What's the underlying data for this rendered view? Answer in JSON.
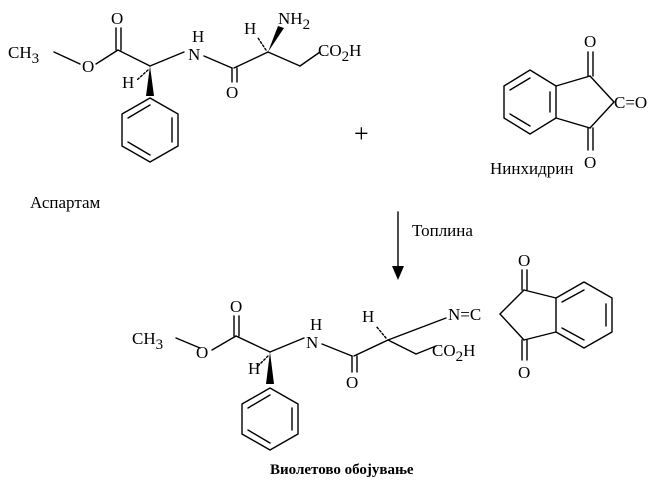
{
  "aspartame": {
    "label": "Аспартам",
    "ch3": "CH",
    "ch3_sub": "3",
    "o_ester": "O",
    "o_carbonyl": "O",
    "h_alpha": "H",
    "nh": "H",
    "n": "N",
    "h_beta": "H",
    "nh2": "NH",
    "nh2_sub": "2",
    "o_amide": "O",
    "co2h": "CO",
    "co2h_sub": "2",
    "co2h_h": "H"
  },
  "plus_sign": "+",
  "ninhydrin": {
    "label": "Нинхидрин",
    "o_top": "O",
    "o_mid": "C=O",
    "o_bottom": "O"
  },
  "reaction_arrow": {
    "label": "Топлина"
  },
  "product": {
    "label": "Виолетово обојување",
    "ch3": "CH",
    "ch3_sub": "3",
    "o_ester": "O",
    "o_carbonyl": "O",
    "h_alpha": "H",
    "nh": "H",
    "n": "N",
    "h_beta": "H",
    "imine": "N=C",
    "o_amide": "O",
    "co2h": "CO",
    "co2h_sub": "2",
    "co2h_h": "H",
    "o_ring_top": "O",
    "o_ring_bottom": "O"
  }
}
